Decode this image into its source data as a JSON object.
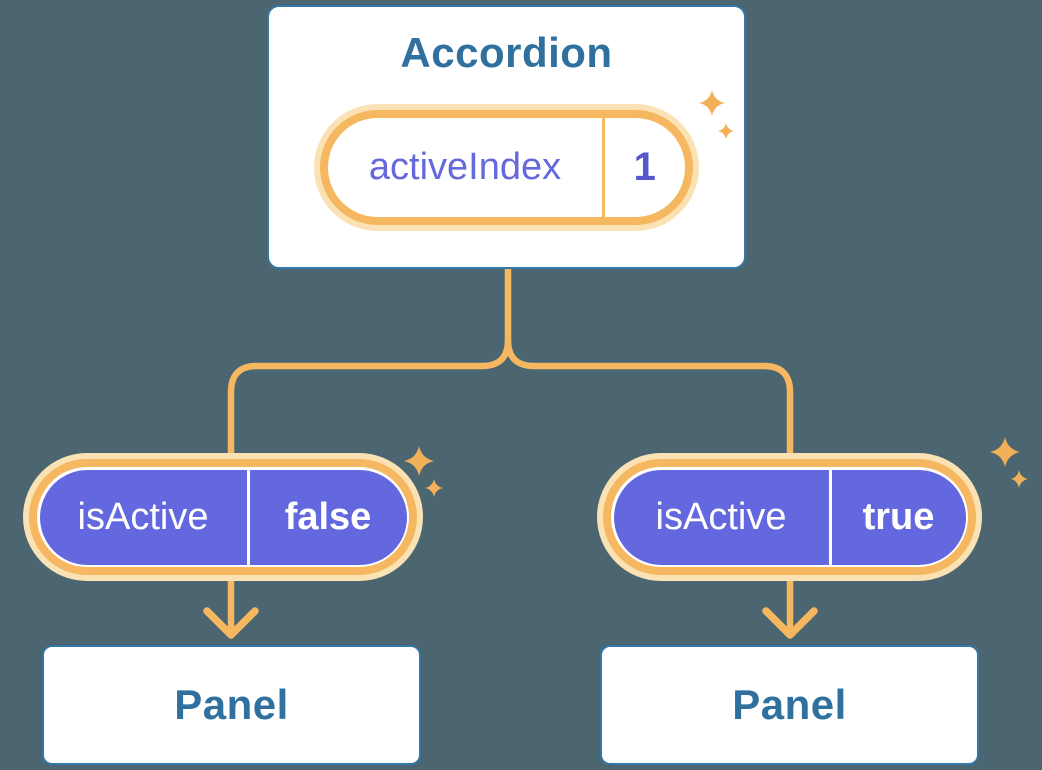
{
  "colors": {
    "bg": "#4B6670",
    "card-border": "#3377A6",
    "blue-text": "#2F709E",
    "orange": "#F5B760",
    "cream": "#FBE2B4",
    "purple": "#6468DF",
    "purple-text": "#6569DC",
    "purple-value": "#5457CE",
    "sparkle": "#F2B159"
  },
  "icons": {
    "sparkles": "sparkle-icon"
  },
  "accordion": {
    "title": "Accordion",
    "state": {
      "name": "activeIndex",
      "value": "1"
    }
  },
  "children": [
    {
      "prop": {
        "name": "isActive",
        "value": "false"
      },
      "panel": {
        "label": "Panel"
      }
    },
    {
      "prop": {
        "name": "isActive",
        "value": "true"
      },
      "panel": {
        "label": "Panel"
      }
    }
  ]
}
